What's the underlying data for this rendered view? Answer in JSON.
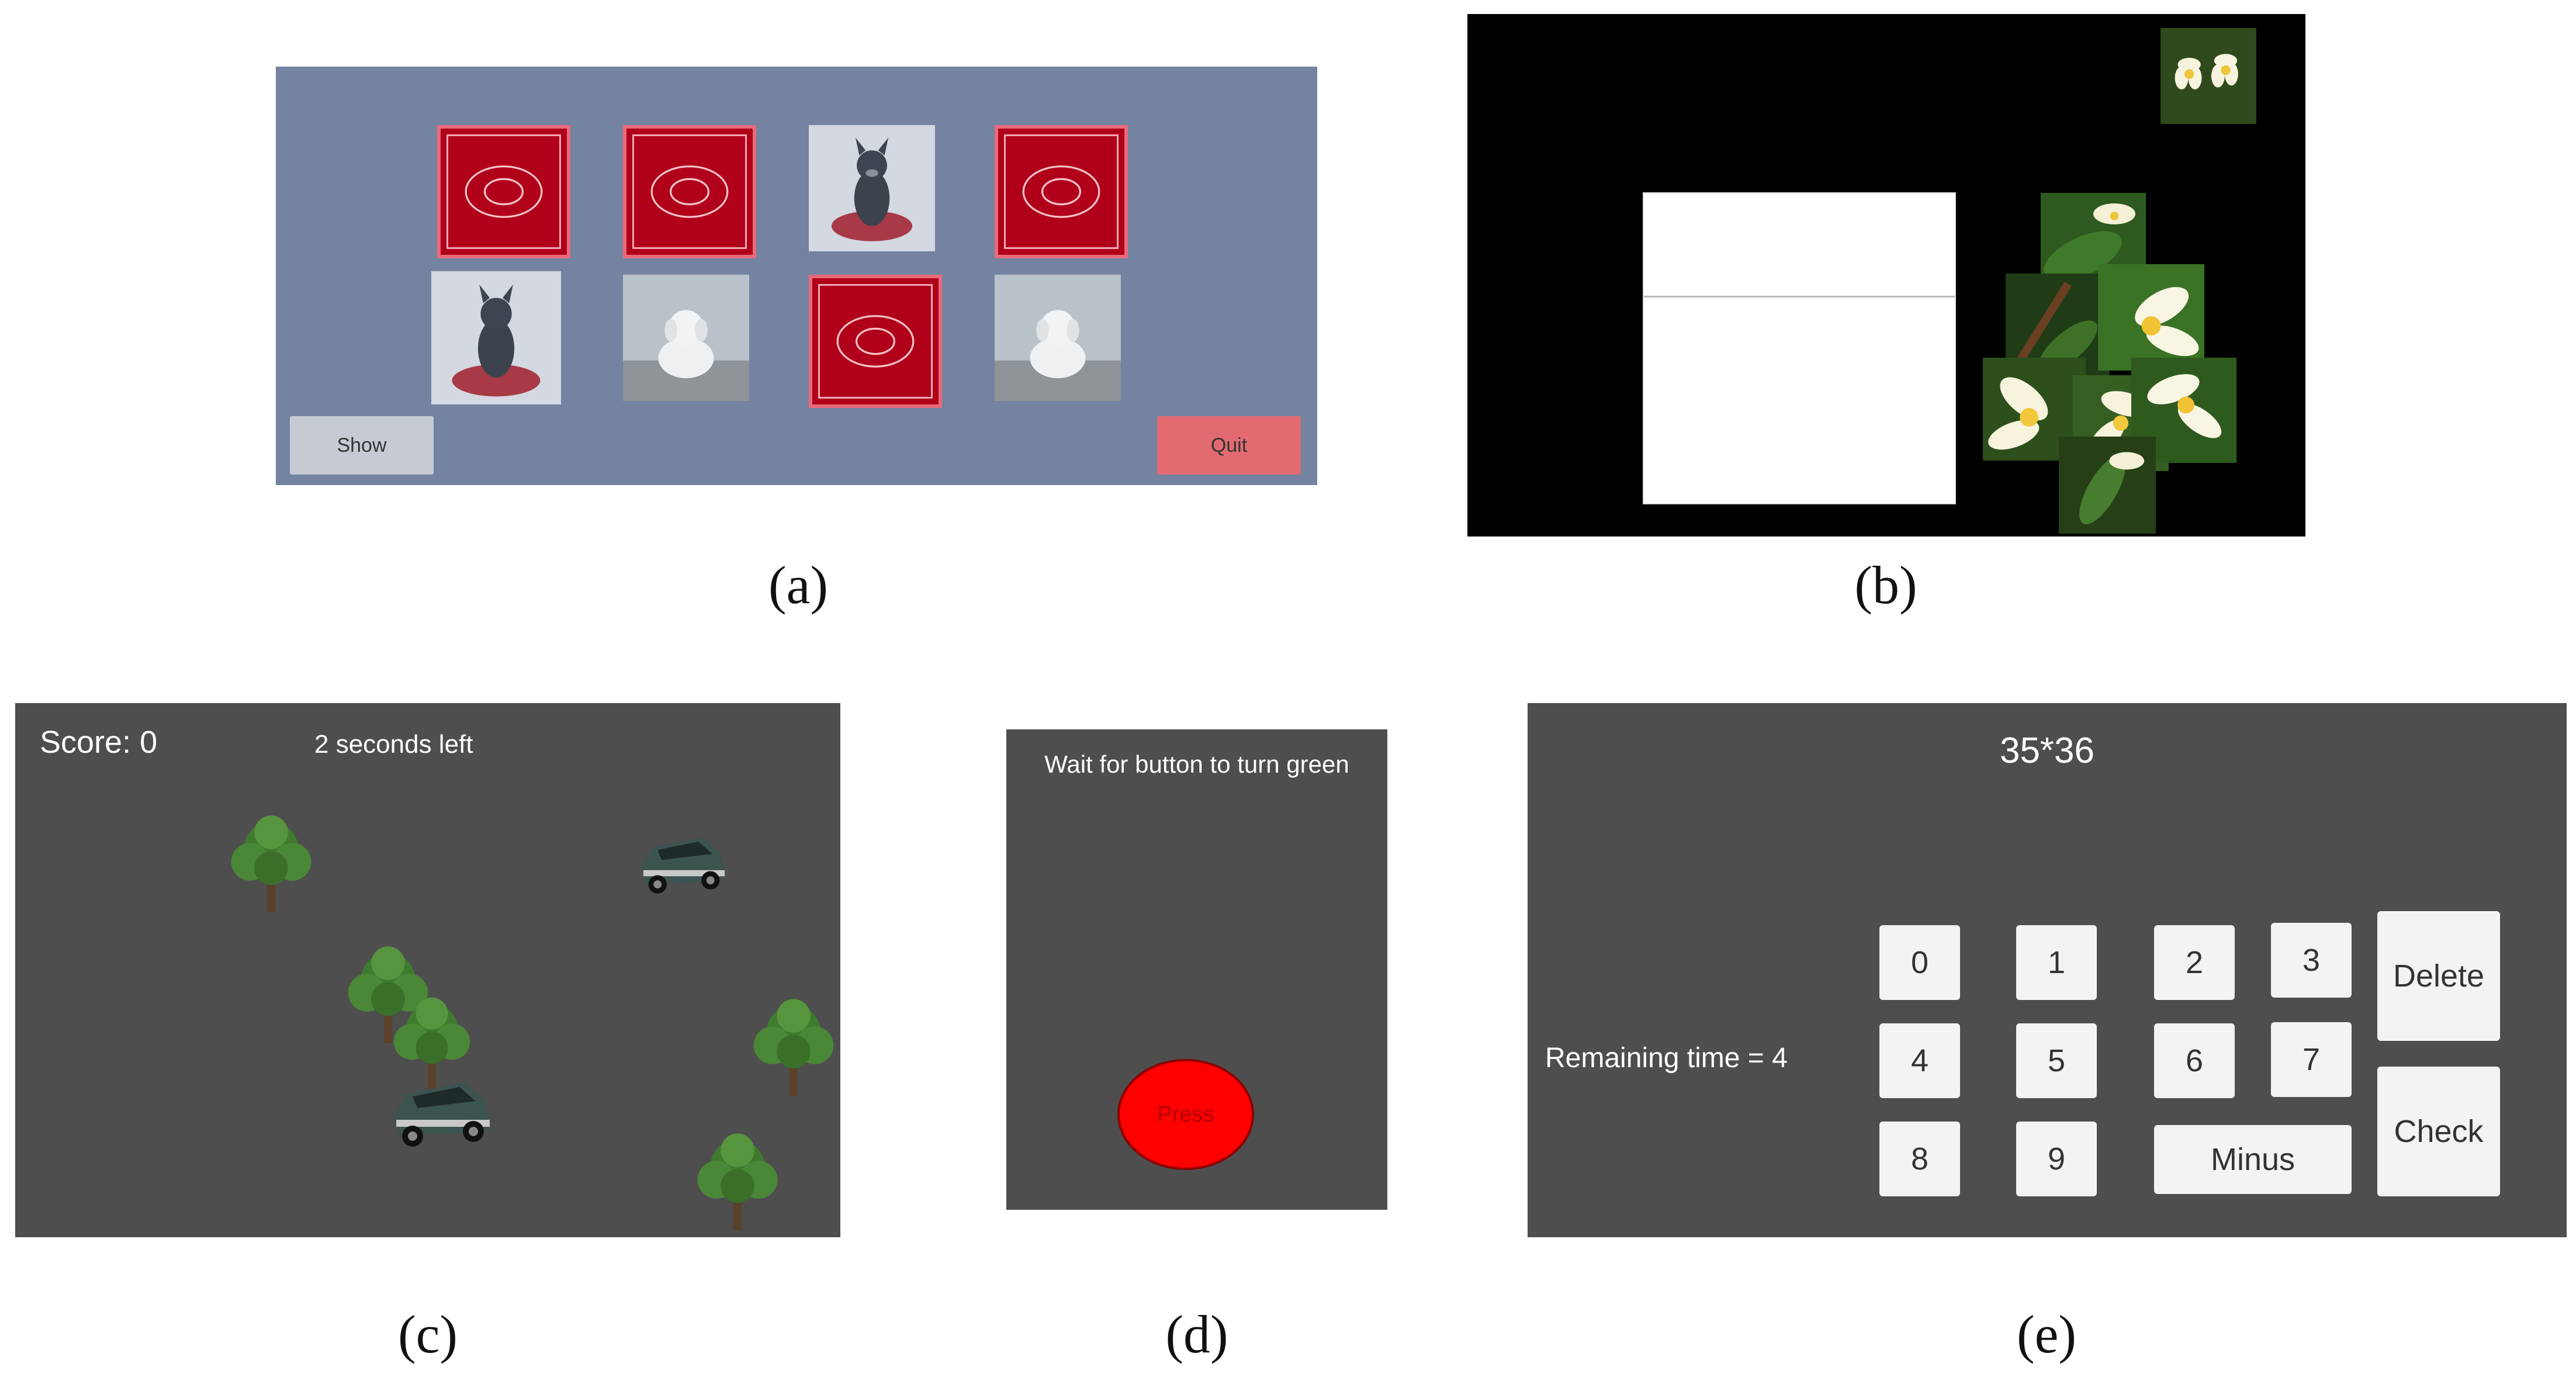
{
  "panel_a": {
    "caption": "(a)",
    "show_label": "Show",
    "quit_label": "Quit",
    "cards": [
      {
        "state": "back"
      },
      {
        "state": "back"
      },
      {
        "state": "face",
        "image": "french-bulldog"
      },
      {
        "state": "back"
      },
      {
        "state": "face",
        "image": "french-bulldog"
      },
      {
        "state": "face",
        "image": "white-puppy"
      },
      {
        "state": "back"
      },
      {
        "state": "face",
        "image": "white-puppy"
      }
    ],
    "colors": {
      "background": "#7383a1",
      "card_back": "#b0001a",
      "quit": "#e16b71",
      "show": "#c6cbd3"
    }
  },
  "panel_b": {
    "caption": "(b)",
    "reference_image": "plumeria-flowers",
    "colors": {
      "background": "#000000",
      "board": "#ffffff"
    }
  },
  "panel_c": {
    "caption": "(c)",
    "score_text": "Score: 0",
    "timer_text": "2 seconds left",
    "icons": {
      "tree": "tree-icon",
      "car": "car-icon"
    }
  },
  "panel_d": {
    "caption": "(d)",
    "message": "Wait for button to turn green",
    "button_label": "Press",
    "colors": {
      "button": "#ff0000"
    }
  },
  "panel_e": {
    "caption": "(e)",
    "problem": "35*36",
    "remaining_text": "Remaining time = 4",
    "keys": {
      "k0": "0",
      "k1": "1",
      "k2": "2",
      "k3": "3",
      "k4": "4",
      "k5": "5",
      "k6": "6",
      "k7": "7",
      "k8": "8",
      "k9": "9",
      "minus": "Minus",
      "delete": "Delete",
      "check": "Check"
    }
  }
}
